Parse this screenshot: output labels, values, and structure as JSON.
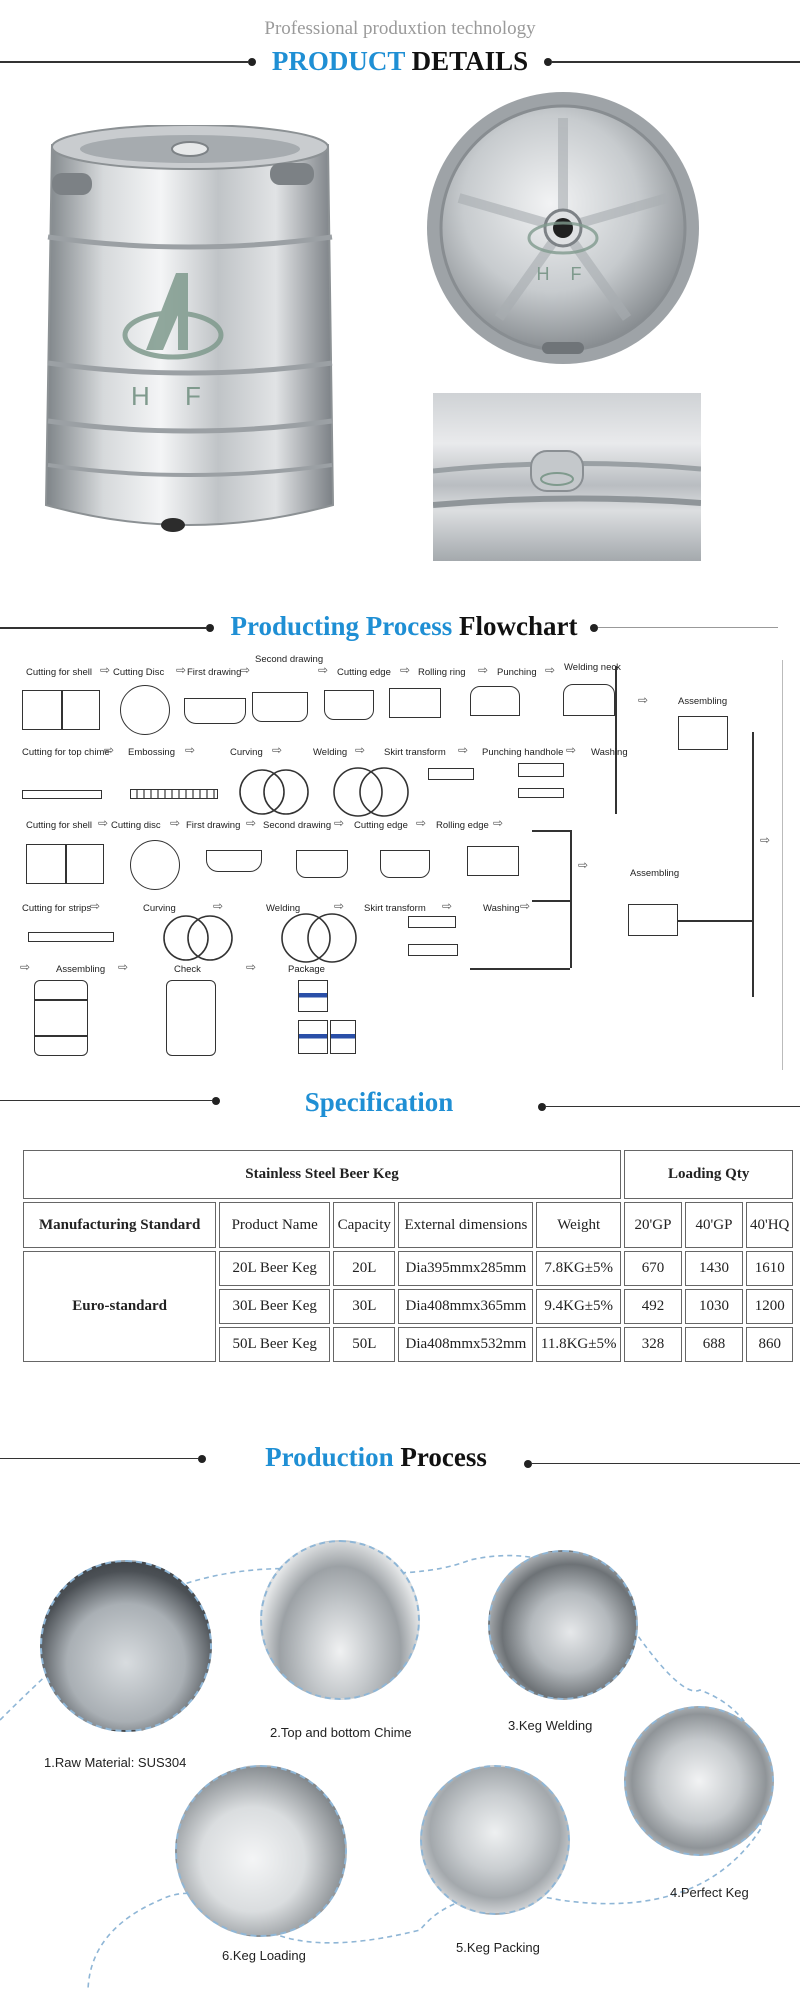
{
  "header": {
    "subtitle": "Professional produxtion technology",
    "title_blue": "PRODUCT",
    "title_dark": "DETAILS"
  },
  "product_images": {
    "logo_letters": "H F"
  },
  "flowchart": {
    "title_blue": "Producting Process",
    "title_dark": "Flowchart",
    "row1": [
      "Cutting for shell",
      "Cutting Disc",
      "First drawing",
      "Second drawing",
      "Cutting edge",
      "Rolling ring",
      "Punching",
      "Welding neck"
    ],
    "row2": [
      "Cutting for top chime",
      "Embossing",
      "Curving",
      "Welding",
      "Skirt transform",
      "Punching handhole",
      "Washing"
    ],
    "row3": [
      "Cutting for shell",
      "Cutting disc",
      "First drawing",
      "Second drawing",
      "Cutting edge",
      "Rolling edge"
    ],
    "row4": [
      "Cutting for strips",
      "Curving",
      "Welding",
      "Skirt transform",
      "Washing"
    ],
    "row5": [
      "Assembling",
      "Check",
      "Package"
    ],
    "assembling_1": "Assembling",
    "assembling_2": "Assembling"
  },
  "specification": {
    "title": "Specification",
    "header_main": "Stainless Steel Beer Keg",
    "header_loading": "Loading Qty",
    "columns": [
      "Manufacturing Standard",
      "Product Name",
      "Capacity",
      "External dimensions",
      "Weight",
      "20'GP",
      "40'GP",
      "40'HQ"
    ],
    "standard": "Euro-standard",
    "rows": [
      [
        "20L Beer Keg",
        "20L",
        "Dia395mmx285mm",
        "7.8KG±5%",
        "670",
        "1430",
        "1610"
      ],
      [
        "30L Beer Keg",
        "30L",
        "Dia408mmx365mm",
        "9.4KG±5%",
        "492",
        "1030",
        "1200"
      ],
      [
        "50L Beer Keg",
        "50L",
        "Dia408mmx532mm",
        "11.8KG±5%",
        "328",
        "688",
        "860"
      ]
    ]
  },
  "production": {
    "title_blue": "Production",
    "title_dark": "Process",
    "steps": [
      "1.Raw Material: SUS304",
      "2.Top and bottom Chime",
      "3.Keg Welding",
      "4.Perfect Keg",
      "5.Keg Packing",
      "6.Keg Loading"
    ]
  }
}
